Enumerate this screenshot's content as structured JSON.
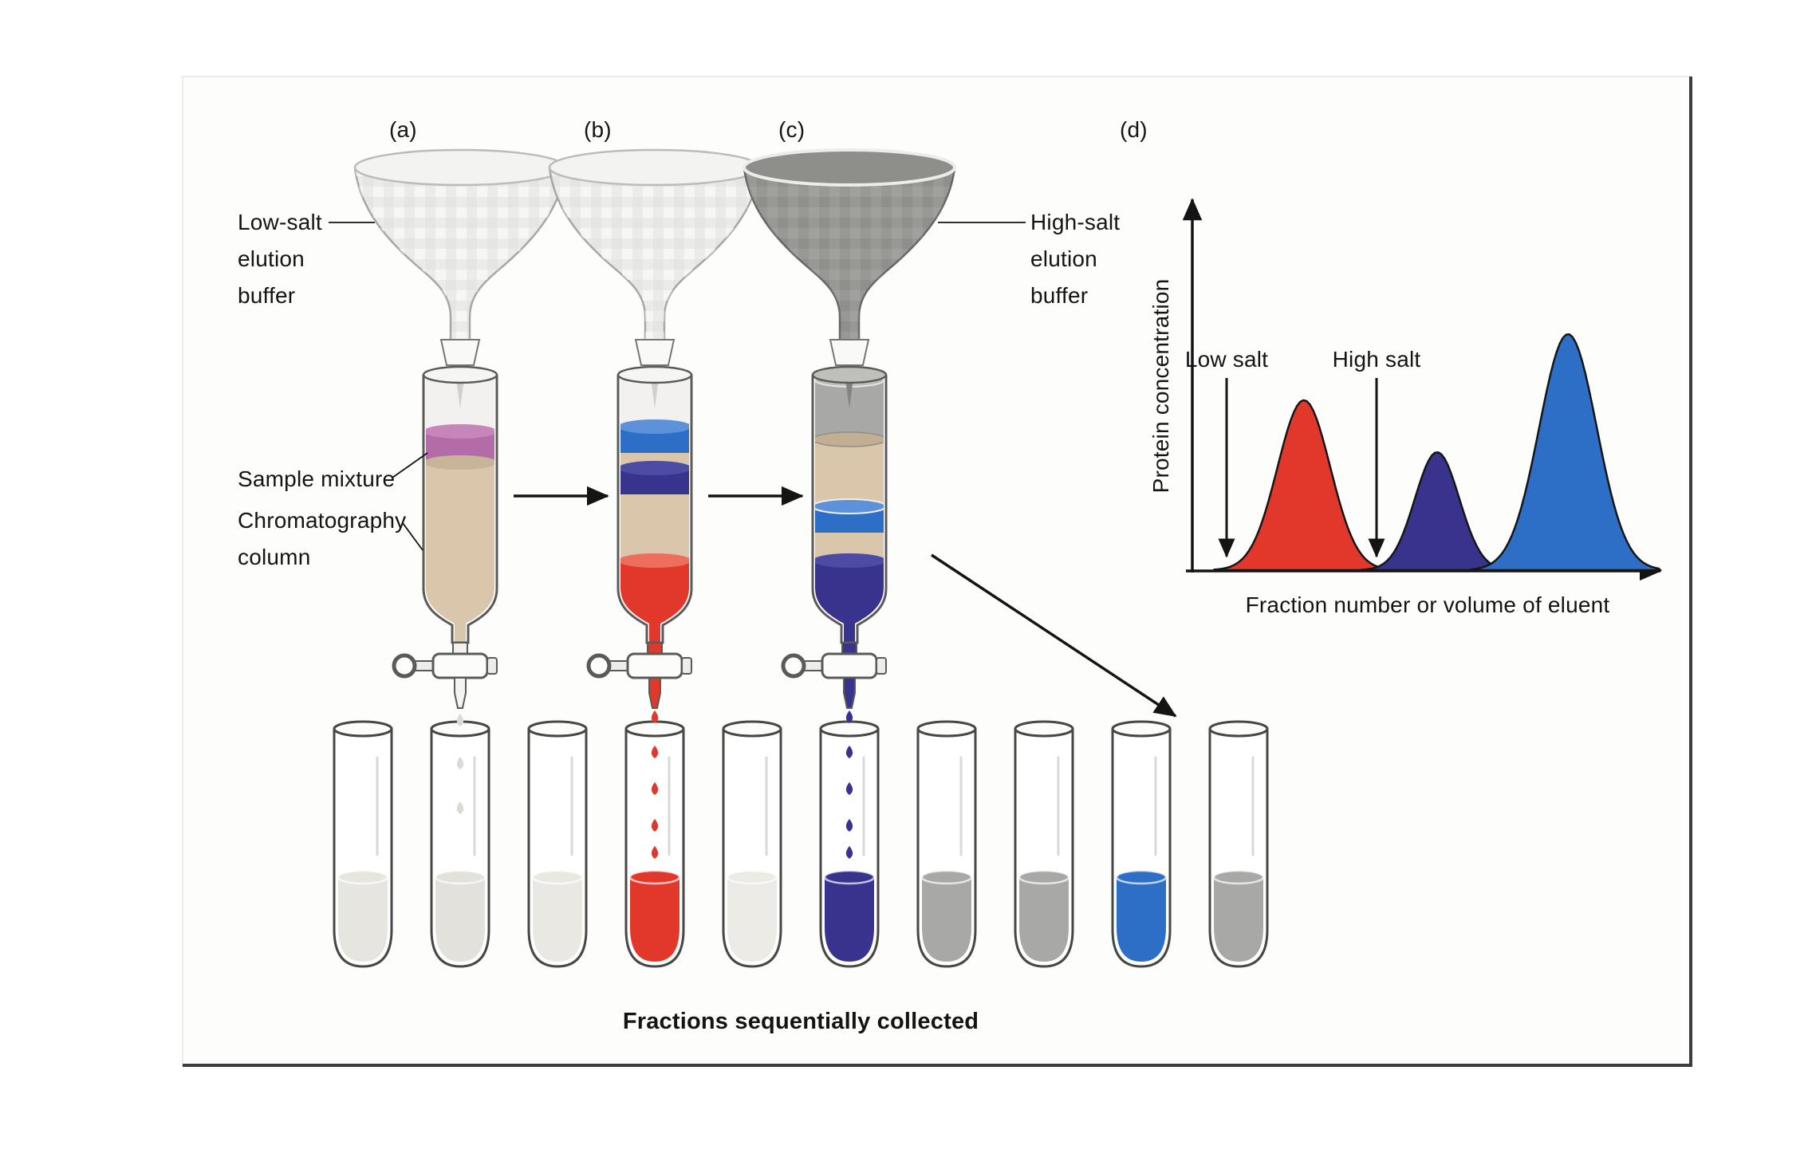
{
  "panel_labels": {
    "a": "(a)",
    "b": "(b)",
    "c": "(c)",
    "d": "(d)"
  },
  "labels": {
    "low_salt_buffer": [
      "Low-salt",
      "elution",
      "buffer"
    ],
    "sample_mixture": "Sample mixture",
    "chromatography_column": [
      "Chromatography",
      "column"
    ],
    "high_salt_buffer": [
      "High-salt",
      "elution",
      "buffer"
    ],
    "caption": "Fractions sequentially collected"
  },
  "chart_data": {
    "type": "area",
    "title": "",
    "xlabel": "Fraction number or volume of eluent",
    "ylabel": "Protein concentration",
    "grid": false,
    "legend": false,
    "axis_ticks": [],
    "annotations": [
      {
        "label": "Low salt",
        "x": 0.057
      },
      {
        "label": "High salt",
        "x": 0.381
      }
    ],
    "series": [
      {
        "name": "peak-red-eluted-at-low-salt",
        "color": "#e2382c",
        "center": 0.224,
        "sigma": 0.057,
        "height": 0.72
      },
      {
        "name": "peak-navy-protein",
        "color": "#38348e",
        "center": 0.512,
        "sigma": 0.048,
        "height": 0.5
      },
      {
        "name": "peak-blue-eluted-at-high-salt",
        "color": "#2d6fc6",
        "center": 0.795,
        "sigma": 0.062,
        "height": 1.0
      }
    ],
    "ylim": [
      0,
      1
    ]
  },
  "colors": {
    "red": "#e2382c",
    "navy": "#38348e",
    "blue": "#2d6fc6",
    "purple": "#b46ca8",
    "tan": "#d9c6ab",
    "buffer_light": "#ebebe9",
    "buffer_dark": "#989895",
    "drip_faint": "#dcdad5",
    "gray_fill": "#a8a8a6"
  },
  "tubes": {
    "count": 10,
    "fills": [
      "#e7e5df",
      "#e3e1db",
      "#eae8e2",
      "#e2382c",
      "#edebe6",
      "#38348e",
      "#a8a8a6",
      "#a8a8a6",
      "#2d6fc6",
      "#a8a8a6"
    ]
  }
}
